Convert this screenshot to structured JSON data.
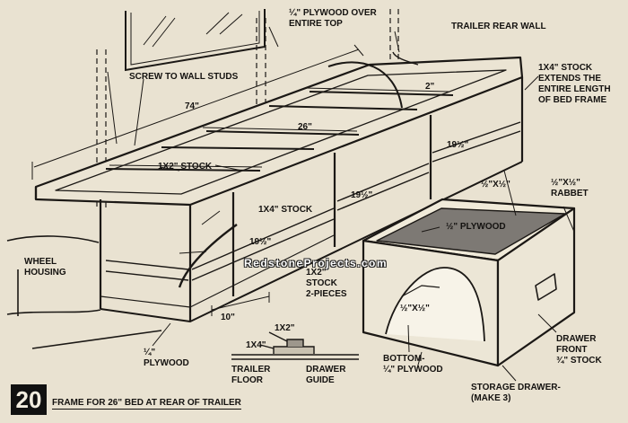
{
  "figure": {
    "number": "20",
    "caption": "FRAME FOR 26\" BED AT REAR OF TRAILER"
  },
  "watermark": "RedstoneProjects.com",
  "labels": {
    "plywood_top": "¼\" PLYWOOD OVER\nENTIRE TOP",
    "trailer_rear_wall": "TRAILER REAR WALL",
    "screw_to_studs": "SCREW TO WALL STUDS",
    "dim_74": "74\"",
    "dim_2": "2\"",
    "dim_26": "26\"",
    "stock_1x4_length": "1X4\" STOCK\nEXTENDS THE\nENTIRE LENGTH\nOF BED FRAME",
    "stock_1x2": "1X2\" STOCK",
    "dim_19_a": "19½\"",
    "dim_19_b": "19½\"",
    "dim_19_c": "19½\"",
    "half_x_half_top": "½\"X½\"",
    "rabbet": "½\"X½\"\nRABBET",
    "stock_1x4": "1X4\" STOCK",
    "half_plywood": "½\" PLYWOOD",
    "wheel_housing": "WHEEL\nHOUSING",
    "stock_1x2_two": "1X2\"\nSTOCK\n2-PIECES",
    "half_x_half_drawer": "½\"X½\"",
    "dim_10": "10\"",
    "detail_1x2": "1X2\"",
    "detail_1x4": "1X4\"",
    "plywood_quarter": "¼\"\nPLYWOOD",
    "trailer_floor": "TRAILER\nFLOOR",
    "drawer_guide": "DRAWER\nGUIDE",
    "bottom_plywood": "BOTTOM-\n¼\" PLYWOOD",
    "drawer_front": "DRAWER\nFRONT\n¾\" STOCK",
    "storage_drawer": "STORAGE DRAWER-\n(MAKE 3)"
  }
}
